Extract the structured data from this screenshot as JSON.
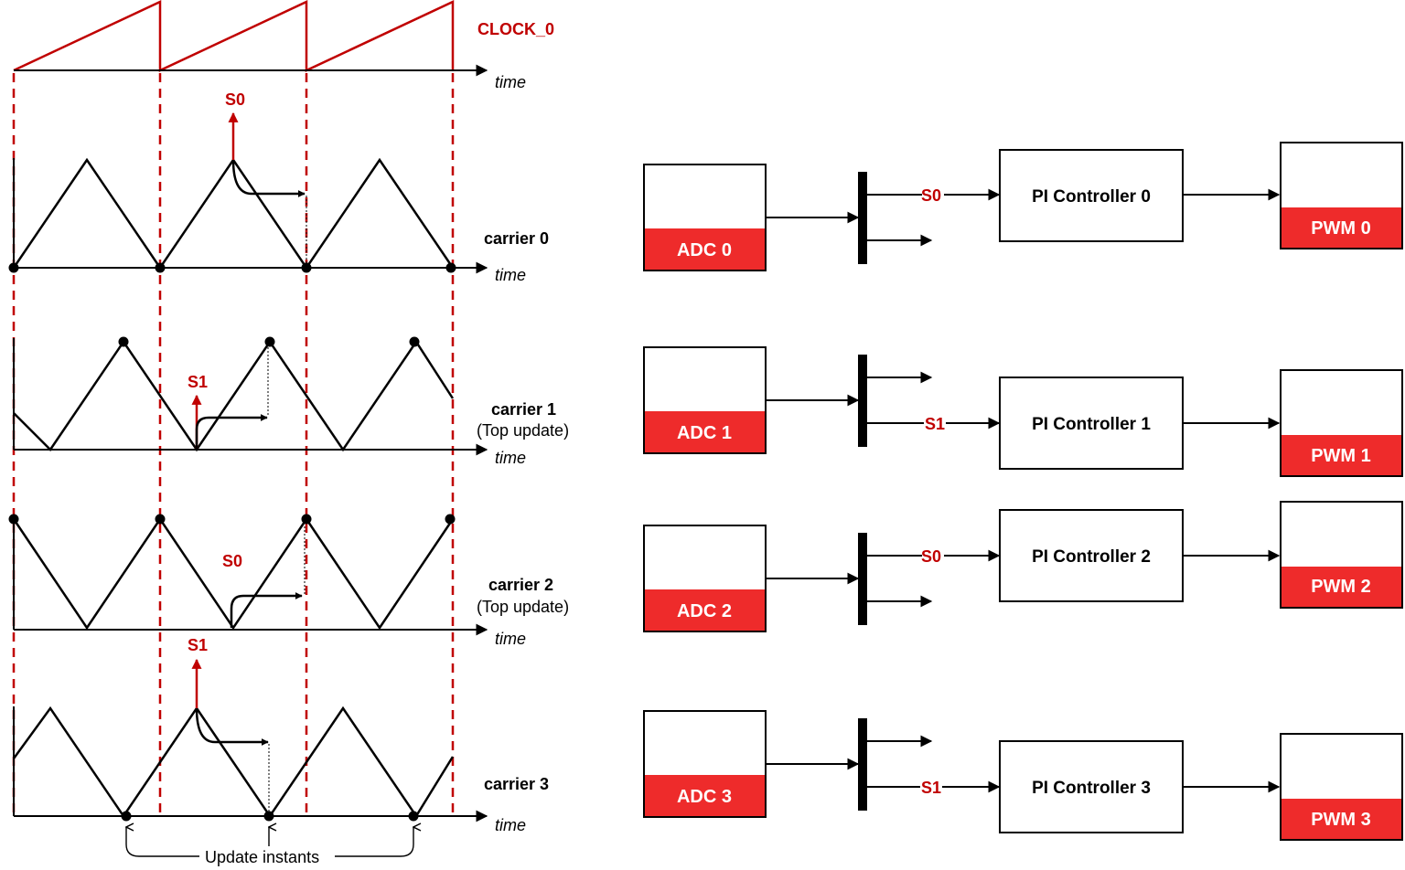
{
  "colors": {
    "accent": "#c00000",
    "fill": "#ee2b2b",
    "line": "#000000"
  },
  "clock": {
    "label": "CLOCK_0"
  },
  "axis_label": "time",
  "carriers": [
    {
      "label": "carrier 0",
      "sub": ""
    },
    {
      "label": "carrier 1",
      "sub": "(Top update)"
    },
    {
      "label": "carrier 2",
      "sub": "(Top update)"
    },
    {
      "label": "carrier 3",
      "sub": ""
    }
  ],
  "signals": {
    "s0": "S0",
    "s1": "S1"
  },
  "footer": {
    "update_instants": "Update instants"
  },
  "channels": [
    {
      "adc": "ADC 0",
      "controller": "PI Controller 0",
      "pwm": "PWM 0",
      "signal": "S0"
    },
    {
      "adc": "ADC 1",
      "controller": "PI Controller 1",
      "pwm": "PWM 1",
      "signal": "S1"
    },
    {
      "adc": "ADC 2",
      "controller": "PI Controller 2",
      "pwm": "PWM 2",
      "signal": "S0"
    },
    {
      "adc": "ADC 3",
      "controller": "PI Controller 3",
      "pwm": "PWM 3",
      "signal": "S1"
    }
  ]
}
